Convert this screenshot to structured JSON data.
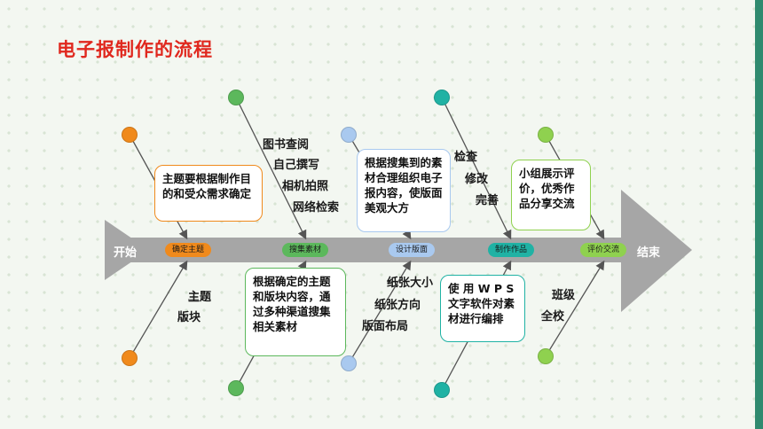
{
  "title": "电子报制作的流程",
  "start_label": "开始",
  "end_label": "结束",
  "stages": [
    {
      "label": "确定主题",
      "color": "#f08a1c"
    },
    {
      "label": "搜集素材",
      "color": "#5cb85c"
    },
    {
      "label": "设计版面",
      "color": "#a9c9ef"
    },
    {
      "label": "制作作品",
      "color": "#20b2a4"
    },
    {
      "label": "评价交流",
      "color": "#8fd14f"
    }
  ],
  "top_labels": [
    "图书查阅",
    "自己撰写",
    "相机拍照",
    "网络检索",
    "检查",
    "修改",
    "完善"
  ],
  "bottom_labels": [
    "主题",
    "版块",
    "纸张大小",
    "纸张方向",
    "版面布局",
    "班级",
    "全校"
  ],
  "boxes": [
    "主题要根据制作目的和受众需求确定",
    "根据搜集到的素材合理组织电子报内容，使版面美观大方",
    "小组展示评价，优秀作品分享交流",
    "根据确定的主题和版块内容，通过多种渠道搜集相关素材",
    "使 用 W P S 文字软件对素材进行编排"
  ],
  "colors": {
    "title": "#e0281e",
    "orange": "#f08a1c",
    "green": "#5cb85c",
    "light_blue": "#a9c9ef",
    "teal": "#20b2a4",
    "lime": "#8fd14f",
    "spine": "#a6a6a6"
  }
}
